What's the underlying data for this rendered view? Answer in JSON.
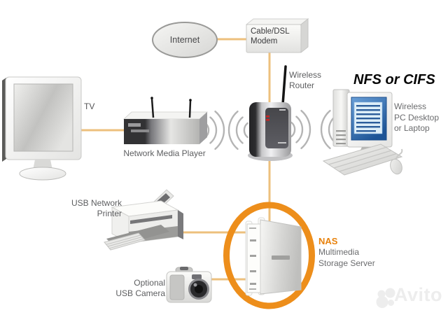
{
  "page": {
    "background": "#ffffff"
  },
  "colors": {
    "connector_line": "#edc07d",
    "highlight_ring": "#ed8e1b",
    "nas_accent": "#e8820c",
    "label_gray": "#5d5e60",
    "annotation_black": "#050505",
    "wave_gray": "#b4b4b4",
    "pc_screen_blue": "#2b5d9b"
  },
  "nodes": {
    "internet": {
      "label": "Internet"
    },
    "modem": {
      "label": "Cable/DSL\nModem"
    },
    "router": {
      "label": "Wireless\nRouter"
    },
    "tv": {
      "label": "TV"
    },
    "media_player": {
      "label": "Network Media Player"
    },
    "pc": {
      "annotation": "NFS or CIFS",
      "label": "Wireless\nPC Desktop\nor Laptop"
    },
    "printer": {
      "label": "USB Network\nPrinter"
    },
    "camera": {
      "label": "Optional\nUSB Camera"
    },
    "nas": {
      "title": "NAS",
      "label": "Multimedia\nStorage Server"
    }
  },
  "watermark": {
    "brand": "Avito"
  }
}
